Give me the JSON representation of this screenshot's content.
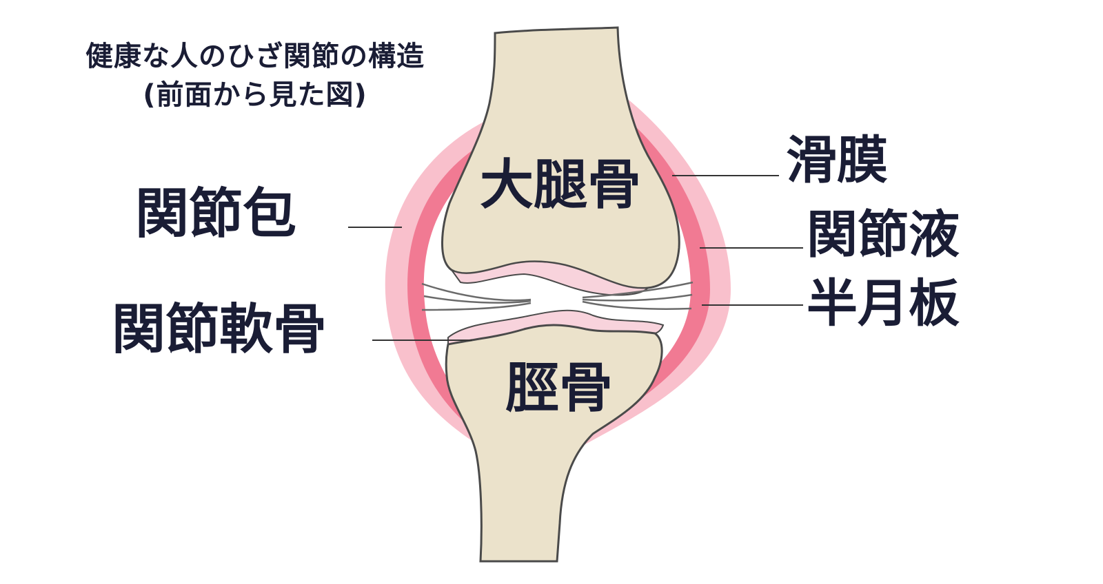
{
  "title": {
    "line1": "健康な人のひざ関節の構造",
    "line2": "(前面から見た図)"
  },
  "labels": {
    "femur": "大腿骨",
    "tibia": "脛骨",
    "joint_capsule": "関節包",
    "articular_cartilage": "関節軟骨",
    "synovium": "滑膜",
    "synovial_fluid": "関節液",
    "meniscus": "半月板"
  },
  "colors": {
    "bone": "#ebe2cb",
    "outline": "#4a4a4a",
    "capsule_outer": "#f9c0cc",
    "capsule_inner": "#f17a93",
    "cartilage": "#f8d3dc",
    "text": "#1a1d35"
  }
}
